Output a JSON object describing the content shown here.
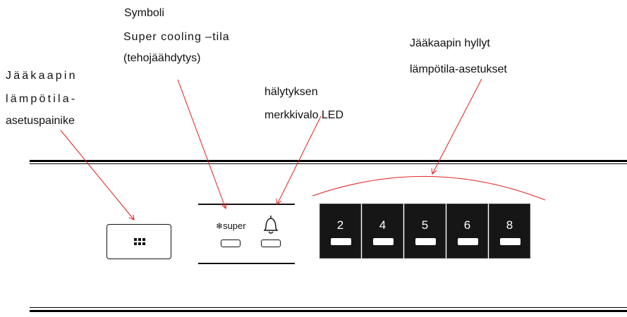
{
  "labels": {
    "symbol_title": "Symboli",
    "super_cooling_line1": "Super cooling –tila",
    "super_cooling_line2": "(tehojäähdytys)",
    "temp_button_line1": "Jääkaapin",
    "temp_button_line2": "lämpötila-",
    "temp_button_line3": "asetuspainike",
    "alarm_line1": "hälytyksen",
    "alarm_line2": "merkkivalo LED",
    "shelves_line1": "Jääkaapin hyllyt",
    "shelves_line2": "lämpötila-asetukset"
  },
  "panel": {
    "super_label": "super",
    "snowflake_icon": "snowflake-icon",
    "bell_icon": "bell-icon",
    "button_icon": "keypad-grid-icon",
    "shelf_temps": [
      "2",
      "4",
      "5",
      "6",
      "8"
    ]
  },
  "colors": {
    "callout": "#e02020",
    "shelf_bg": "#161616",
    "line": "#000000"
  }
}
